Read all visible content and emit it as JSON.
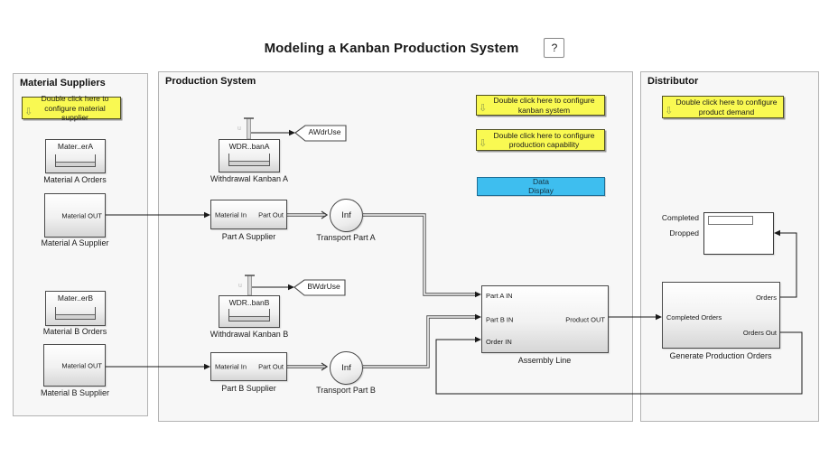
{
  "title": "Modeling a Kanban Production System",
  "help_label": "?",
  "colors": {
    "note-bg": "#f9f952",
    "display-bg": "#3ebeef"
  },
  "icons": {
    "down_arrow": "⇩"
  },
  "sections": {
    "suppliers": "Material Suppliers",
    "production": "Production System",
    "distributor": "Distributor"
  },
  "notes": {
    "material": "Double click here to configure material supplier",
    "kanban": "Double click here to configure kanban system",
    "capability": "Double click here to configure production capability",
    "demand": "Double click here to configure product demand"
  },
  "blocks": {
    "materialAOrders": {
      "title": "Mater..erA",
      "caption": "Material A Orders"
    },
    "materialASupplier": {
      "port": "Material OUT",
      "caption": "Material A Supplier"
    },
    "materialBOrders": {
      "title": "Mater..erB",
      "caption": "Material B Orders"
    },
    "materialBSupplier": {
      "port": "Material OUT",
      "caption": "Material B Supplier"
    },
    "withdrawalKanbanA": {
      "title": "WDR..banA",
      "caption": "Withdrawal Kanban A",
      "probe": "u",
      "tag": "AWdrUse"
    },
    "withdrawalKanbanB": {
      "title": "WDR..banB",
      "caption": "Withdrawal Kanban B",
      "probe": "u",
      "tag": "BWdrUse"
    },
    "partASupplier": {
      "portIn": "Material In",
      "portOut": "Part Out",
      "caption": "Part A Supplier"
    },
    "partBSupplier": {
      "portIn": "Material In",
      "portOut": "Part Out",
      "caption": "Part B Supplier"
    },
    "transportA": {
      "value": "Inf",
      "caption": "Transport Part A"
    },
    "transportB": {
      "value": "Inf",
      "caption": "Transport Part B"
    },
    "dataDisplay": {
      "line1": "Data",
      "line2": "Display"
    },
    "assemblyLine": {
      "portA": "Part A IN",
      "portB": "Part B IN",
      "portOrder": "Order IN",
      "portOut": "Product OUT",
      "caption": "Assembly Line"
    },
    "ordersScope": {
      "labelCompleted": "Completed",
      "labelDropped": "Dropped"
    },
    "generateOrders": {
      "portOrders": "Orders",
      "portCompleted": "Completed Orders",
      "portOrdersOut": "Orders Out",
      "caption": "Generate Production Orders"
    }
  }
}
